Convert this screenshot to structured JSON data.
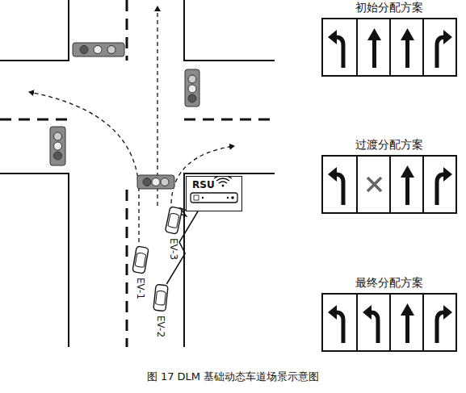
{
  "diagram": {
    "caption": "图 17 DLM 基础动态车道场景示意图",
    "nodes": [
      {
        "text": [
          "初始分配方案"
        ]
      },
      {
        "text": [
          "过渡分配方案"
        ]
      },
      {
        "text": [
          "最终分配方案"
        ]
      },
      {
        "text": [
          "RSU"
        ]
      },
      {
        "text": [
          "EV-3"
        ]
      },
      {
        "text": [
          "EV-1"
        ]
      },
      {
        "text": [
          "EV-2"
        ]
      }
    ],
    "edges": [
      {
        "from": 3,
        "to": 4,
        "arrow": "none"
      },
      {
        "from": 3,
        "to": 6,
        "arrow": "none"
      }
    ]
  }
}
